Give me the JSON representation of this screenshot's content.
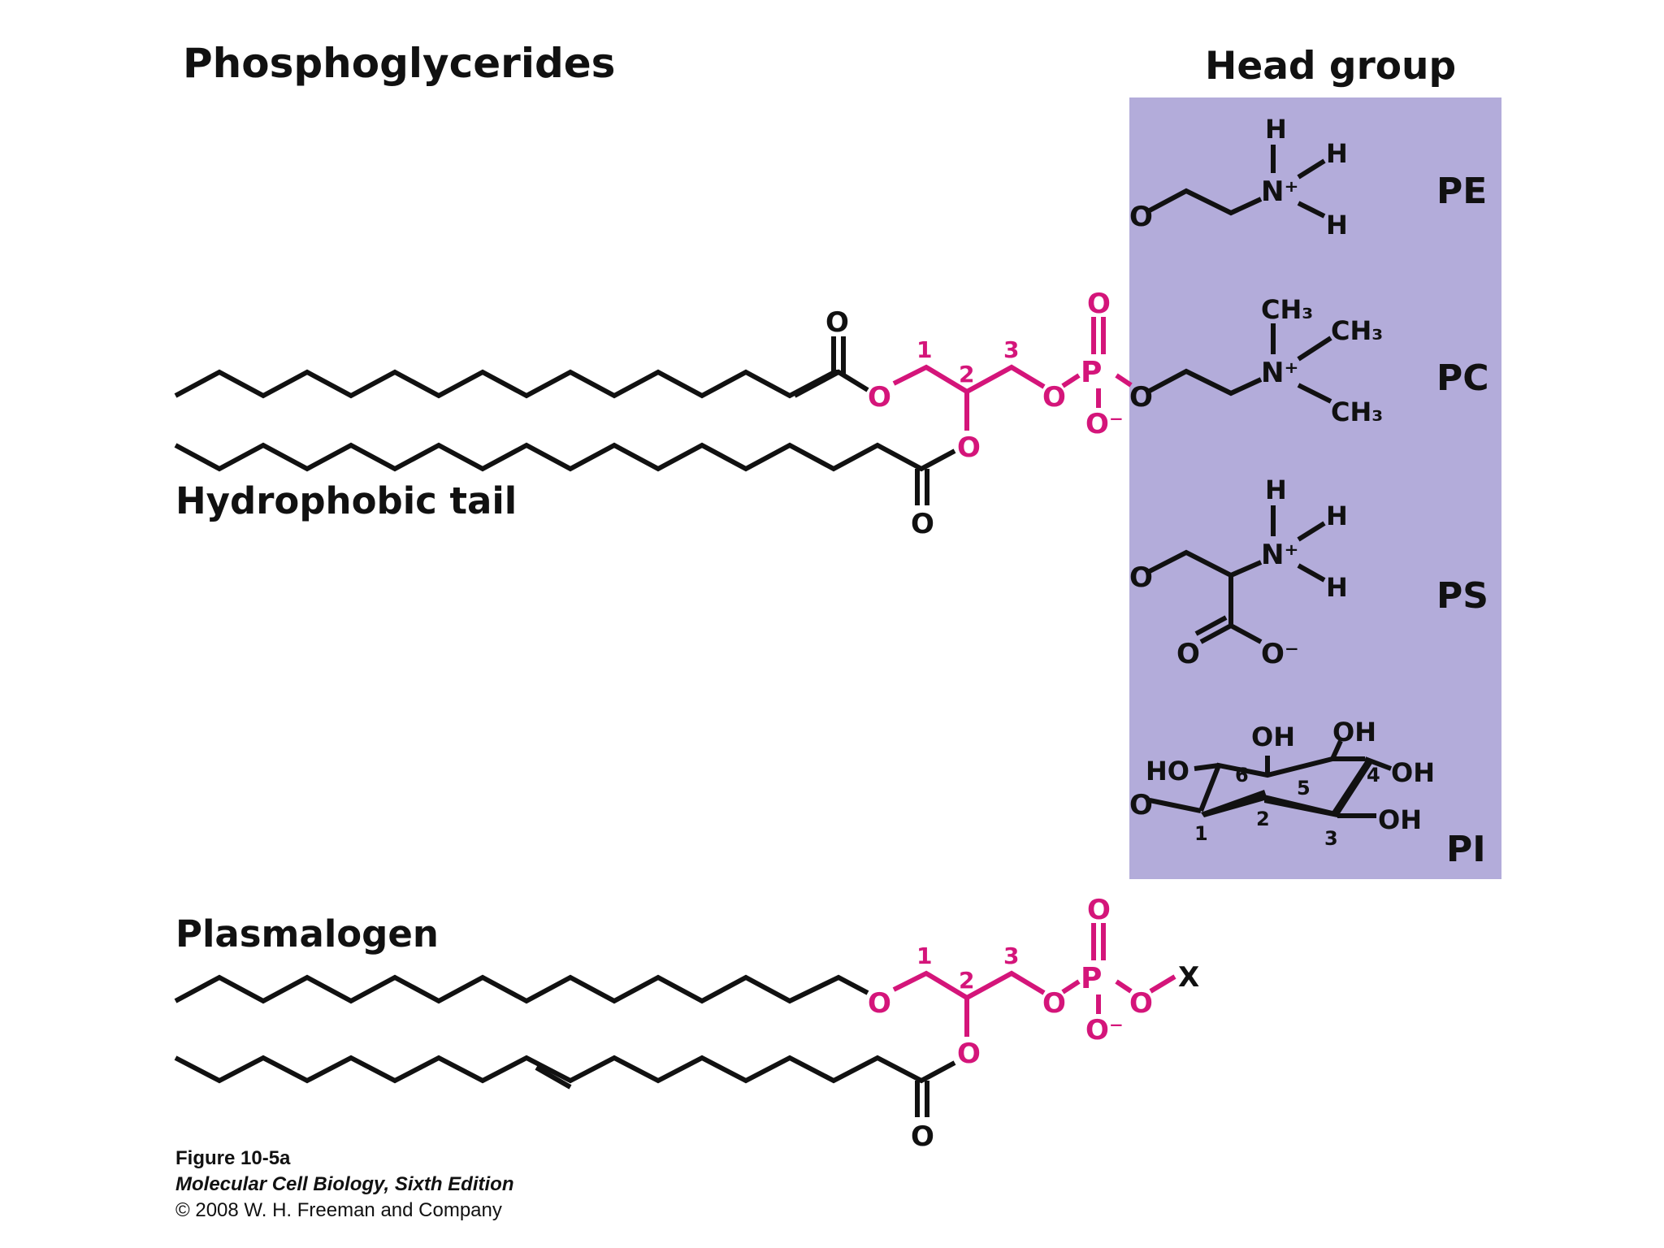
{
  "titles": {
    "main": "Phosphoglycerides",
    "head_group": "Head group",
    "hydrophobic_tail": "Hydrophobic tail",
    "plasmalogen": "Plasmalogen"
  },
  "head_groups": {
    "pe": "PE",
    "pc": "PC",
    "ps": "PS",
    "pi": "PI"
  },
  "atoms": {
    "O": "O",
    "O_minus": "O⁻",
    "P": "P",
    "N_plus": "N⁺",
    "H": "H",
    "CH3": "CH₃",
    "OH": "OH",
    "HO": "HO",
    "X": "X"
  },
  "carbon_numbers": {
    "c1": "1",
    "c2": "2",
    "c3": "3",
    "c4": "4",
    "c5": "5",
    "c6": "6"
  },
  "caption": {
    "figure": "Figure 10-5a",
    "book": "Molecular Cell Biology, Sixth Edition",
    "copyright": "© 2008 W. H. Freeman and Company"
  },
  "colors": {
    "glycerol_phosphate": "#d4157a",
    "head_group_panel": "#b3acda",
    "bonds": "#111111"
  }
}
